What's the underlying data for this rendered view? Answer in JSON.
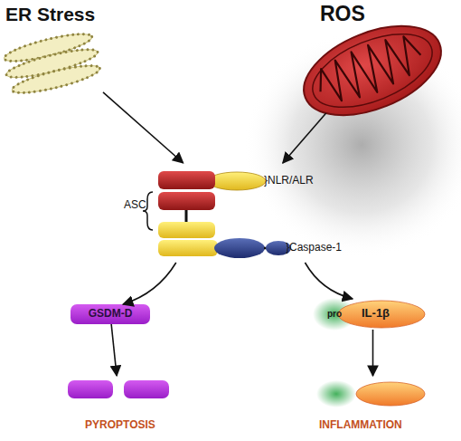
{
  "diagram": {
    "nodes": [
      {
        "text": [
          "ER Stress"
        ]
      },
      {
        "text": [
          "ROS"
        ]
      },
      {
        "text": [
          "}NLR/ALR",
          "ASC",
          "}Caspase-1"
        ]
      },
      {
        "text": [
          "GSDM-D"
        ]
      },
      {
        "text": [
          "pro",
          "IL-1β"
        ]
      },
      {
        "text": [
          "PYROPTOSIS"
        ]
      },
      {
        "text": [
          "INFLAMMATION"
        ]
      }
    ],
    "edges": [
      {
        "from": 0,
        "to": 2,
        "arrow": "to"
      },
      {
        "from": 1,
        "to": 2,
        "arrow": "to"
      },
      {
        "from": 2,
        "to": 3,
        "arrow": "to"
      },
      {
        "from": 2,
        "to": 4,
        "arrow": "to"
      },
      {
        "from": 3,
        "to": 5,
        "arrow": "to"
      },
      {
        "from": 4,
        "to": 6,
        "arrow": "to"
      }
    ]
  }
}
